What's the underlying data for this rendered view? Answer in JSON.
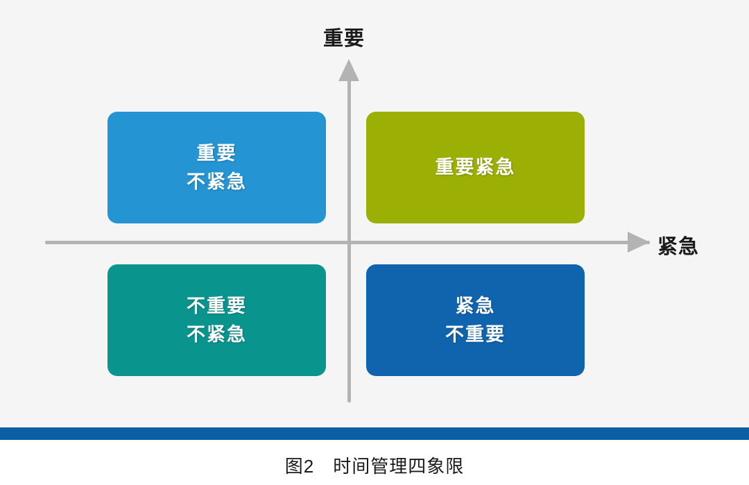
{
  "figure": {
    "background_color": "#f5f5f5",
    "page_color": "#ffffff",
    "caption": "图2　时间管理四象限",
    "divider_color": "#0b5fa5"
  },
  "axes": {
    "color": "#b3b3b3",
    "vertical_label": "重要",
    "horizontal_label": "紧急"
  },
  "chart_data": {
    "type": "table",
    "title": "图2　时间管理四象限",
    "xlabel": "紧急",
    "ylabel": "重要",
    "grid": false,
    "legend": "none",
    "quadrants": [
      {
        "position": "top-left",
        "lines": [
          "重要",
          "不紧急"
        ],
        "color": "#2494d2",
        "edge_color": "#1f7fb5",
        "urgent": false,
        "important": true
      },
      {
        "position": "top-right",
        "lines": [
          "重要紧急"
        ],
        "color": "#9baf05",
        "edge_color": "#879804",
        "urgent": true,
        "important": true
      },
      {
        "position": "bottom-left",
        "lines": [
          "不重要",
          "不紧急"
        ],
        "color": "#0a948e",
        "edge_color": "#087e79",
        "urgent": false,
        "important": false
      },
      {
        "position": "bottom-right",
        "lines": [
          "紧急",
          "不重要"
        ],
        "color": "#1064ae",
        "edge_color": "#0d5596",
        "urgent": true,
        "important": false
      }
    ]
  }
}
